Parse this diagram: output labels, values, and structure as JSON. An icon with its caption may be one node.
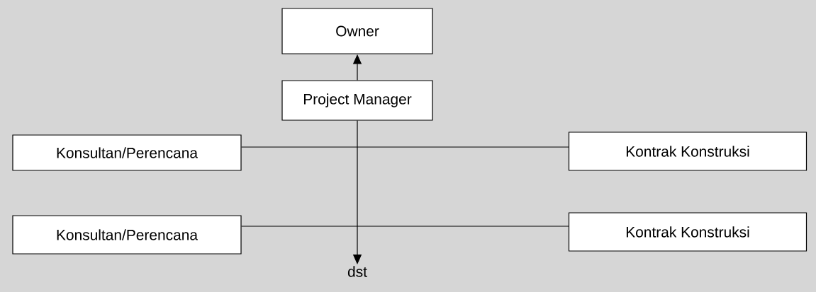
{
  "diagram": {
    "nodes": [
      {
        "text": [
          "Owner"
        ]
      },
      {
        "text": [
          "Project Manager"
        ]
      },
      {
        "text": [
          "Konsultan/Perencana"
        ]
      },
      {
        "text": [
          "Kontrak Konstruksi"
        ]
      },
      {
        "text": [
          "Konsultan/Perencana"
        ]
      },
      {
        "text": [
          "Kontrak Konstruksi"
        ]
      },
      {
        "text": [
          "dst"
        ]
      }
    ],
    "edges": [
      {
        "from": 1,
        "to": 0,
        "arrow": "to"
      },
      {
        "from": 1,
        "to": 6,
        "arrow": "to"
      },
      {
        "from": 2,
        "to": 3,
        "arrow": "none"
      },
      {
        "from": 4,
        "to": 5,
        "arrow": "none"
      }
    ]
  }
}
